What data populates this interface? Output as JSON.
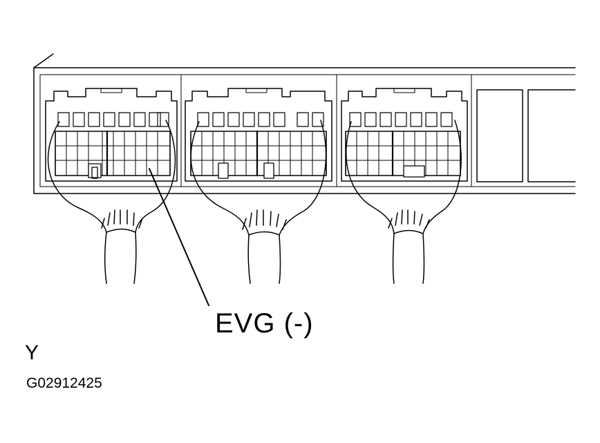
{
  "callout_label": "EVG  (-)",
  "view_label": "Y",
  "figure_id": "G02912425",
  "colors": {
    "line": "#000000",
    "background": "#ffffff"
  },
  "components": [
    "ecu-housing",
    "connector-1",
    "connector-2",
    "connector-3",
    "wire-harness-1",
    "wire-harness-2",
    "wire-harness-3",
    "callout-leader"
  ]
}
